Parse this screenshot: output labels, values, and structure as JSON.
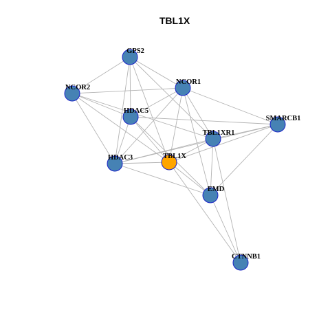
{
  "title": "TBL1X",
  "colors": {
    "default_node": "#4682b4",
    "highlight_node": "#ffa500",
    "node_border": "#1a22c8",
    "edge": "#b3b3b3"
  },
  "nodes": [
    {
      "id": "GPS2",
      "label": "GPS2",
      "highlight": false
    },
    {
      "id": "NCOR2",
      "label": "NCOR2",
      "highlight": false
    },
    {
      "id": "NCOR1",
      "label": "NCOR1",
      "highlight": false
    },
    {
      "id": "HDAC5",
      "label": "HDAC5",
      "highlight": false
    },
    {
      "id": "SMARCB1",
      "label": "SMARCB1",
      "highlight": false
    },
    {
      "id": "TBL1XR1",
      "label": "TBL1XR1",
      "highlight": false
    },
    {
      "id": "HDAC3",
      "label": "HDAC3",
      "highlight": false
    },
    {
      "id": "TBL1X",
      "label": "TBL1X",
      "highlight": true
    },
    {
      "id": "EMD",
      "label": "EMD",
      "highlight": false
    },
    {
      "id": "CTNNB1",
      "label": "CTNNB1",
      "highlight": false
    }
  ],
  "edges": [
    [
      "GPS2",
      "NCOR2"
    ],
    [
      "GPS2",
      "NCOR1"
    ],
    [
      "GPS2",
      "HDAC5"
    ],
    [
      "GPS2",
      "HDAC3"
    ],
    [
      "GPS2",
      "TBL1X"
    ],
    [
      "GPS2",
      "TBL1XR1"
    ],
    [
      "NCOR2",
      "NCOR1"
    ],
    [
      "NCOR2",
      "HDAC5"
    ],
    [
      "NCOR2",
      "HDAC3"
    ],
    [
      "NCOR2",
      "TBL1X"
    ],
    [
      "NCOR2",
      "TBL1XR1"
    ],
    [
      "NCOR1",
      "HDAC5"
    ],
    [
      "NCOR1",
      "HDAC3"
    ],
    [
      "NCOR1",
      "TBL1X"
    ],
    [
      "NCOR1",
      "TBL1XR1"
    ],
    [
      "NCOR1",
      "EMD"
    ],
    [
      "NCOR1",
      "SMARCB1"
    ],
    [
      "HDAC5",
      "HDAC3"
    ],
    [
      "HDAC5",
      "TBL1X"
    ],
    [
      "HDAC5",
      "SMARCB1"
    ],
    [
      "HDAC5",
      "EMD"
    ],
    [
      "HDAC3",
      "TBL1X"
    ],
    [
      "HDAC3",
      "TBL1XR1"
    ],
    [
      "HDAC3",
      "EMD"
    ],
    [
      "HDAC3",
      "SMARCB1"
    ],
    [
      "TBL1X",
      "TBL1XR1"
    ],
    [
      "TBL1X",
      "EMD"
    ],
    [
      "TBL1X",
      "CTNNB1"
    ],
    [
      "TBL1X",
      "SMARCB1"
    ],
    [
      "TBL1XR1",
      "SMARCB1"
    ],
    [
      "TBL1XR1",
      "EMD"
    ],
    [
      "TBL1XR1",
      "CTNNB1"
    ],
    [
      "SMARCB1",
      "EMD"
    ],
    [
      "EMD",
      "CTNNB1"
    ]
  ]
}
